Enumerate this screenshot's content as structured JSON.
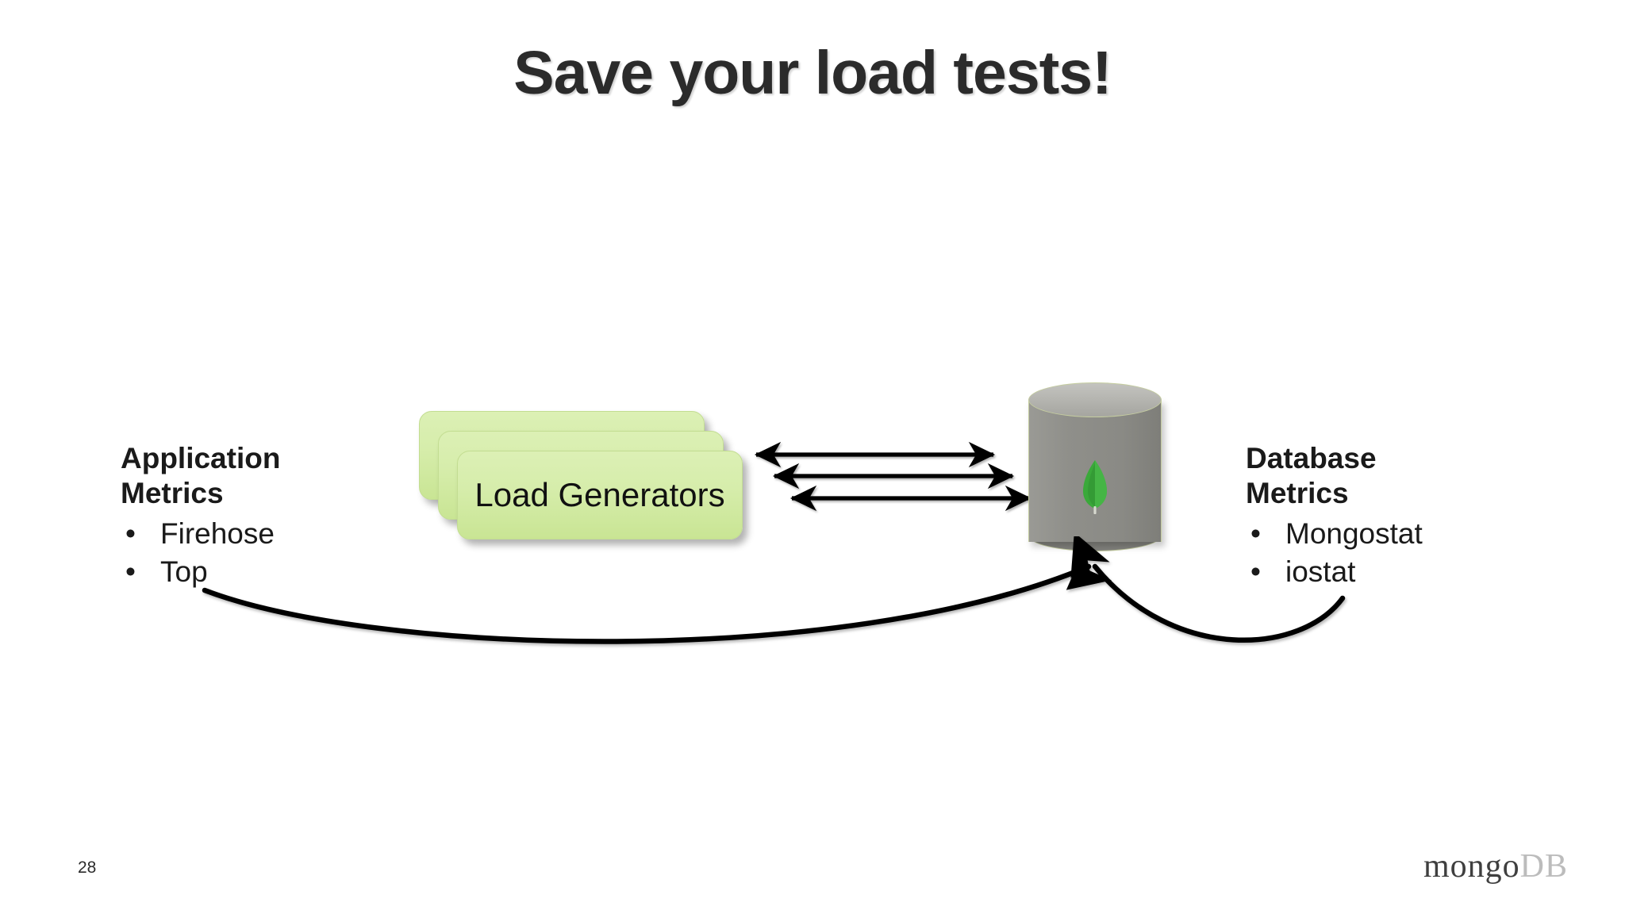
{
  "slide": {
    "title": "Save your load tests!",
    "page_number": "28",
    "background_color": "#ffffff",
    "title_color": "#2b2b2b"
  },
  "brand": {
    "mongo": "mongo",
    "db": "DB",
    "mongo_color": "#3f3f3f",
    "db_color": "#bcbcbc"
  },
  "diagram": {
    "application_metrics": {
      "heading_line1": "Application",
      "heading_line2": "Metrics",
      "bullet_glyph": "•",
      "items": [
        {
          "label": "Firehose"
        },
        {
          "label": "Top"
        }
      ]
    },
    "database_metrics": {
      "heading_line1": "Database",
      "heading_line2": "Metrics",
      "bullet_glyph": "•",
      "items": [
        {
          "label": "Mongostat"
        },
        {
          "label": "iostat"
        }
      ]
    },
    "load_generators": {
      "label": "Load Generators",
      "stack_count": 3,
      "fill_color": "#d6edab",
      "border_color": "#c3dd92",
      "text_color": "#111111"
    },
    "database": {
      "name": "mongodb-database-cylinder",
      "body_color": "#8a8a85",
      "top_color": "#b3b3ae",
      "outline_color": "#c5cda0",
      "leaf_color": "#3aa93a"
    },
    "connectors": {
      "bidirectional_arrows": {
        "count": 3,
        "color": "#000000",
        "description": "double-headed arrows between load generators and database"
      },
      "feedback_curves": {
        "count": 2,
        "color": "#000000",
        "description": "curved arrows from application metrics and database metrics converging into database"
      }
    }
  }
}
